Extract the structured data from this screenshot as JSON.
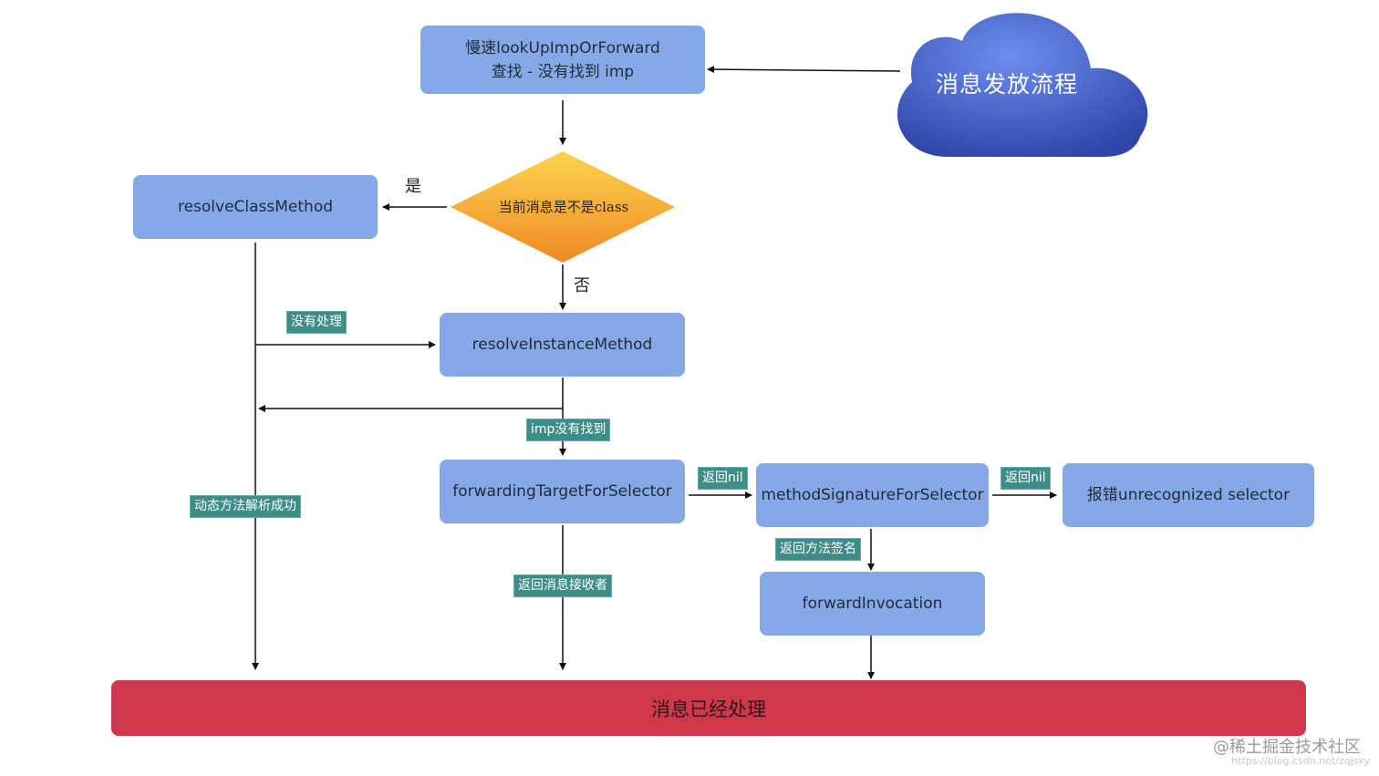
{
  "cloud": {
    "label": "消息发放流程"
  },
  "nodes": {
    "lookup": {
      "line1": "慢速lookUpImpOrForward",
      "line2": "查找 - 没有找到 imp"
    },
    "decision": "当前消息是不是class",
    "resolve_class": "resolveClassMethod",
    "resolve_instance": "resolveInstanceMethod",
    "forwarding_target": "forwardingTargetForSelector",
    "method_signature": "methodSignatureForSelector",
    "error": "报错unrecognized selector",
    "forward_invocation": "forwardInvocation",
    "handled": "消息已经处理"
  },
  "edge_labels": {
    "yes": "是",
    "no": "否"
  },
  "tags": {
    "not_handled": "没有处理",
    "imp_not_found": "imp没有找到",
    "dynamic_success": "动态方法解析成功",
    "return_nil_1": "返回nil",
    "return_nil_2": "返回nil",
    "return_signature": "返回方法签名",
    "return_receiver": "返回消息接收者"
  },
  "colors": {
    "node": "#85a9e6",
    "decision": "#f5a43a",
    "cloud": "#3f5fc0",
    "final": "#d1374a",
    "tag": "#3f8d89"
  },
  "watermark": {
    "text": "@稀土掘金技术社区",
    "subtext": "https://blog.csdn.net/zqjsky"
  }
}
